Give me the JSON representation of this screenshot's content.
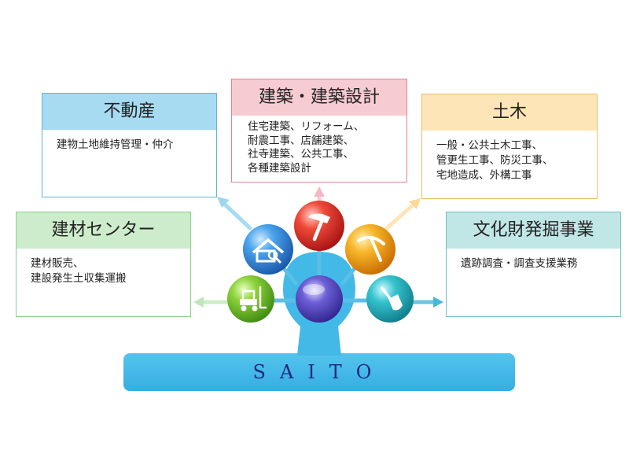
{
  "boxes": {
    "fudosan": {
      "title": "不動産",
      "body": "建物土地維持管理・仲介"
    },
    "kenchiku": {
      "title": "建築・建築設計",
      "body": "住宅建築、リフォーム、\n耐震工事、店舗建築、\n社寺建築、公共工事、\n各種建築設計"
    },
    "doboku": {
      "title": "土木",
      "body": "一般・公共土木工事、\n管更生工事、防災工事、\n宅地造成、外構工事"
    },
    "kenzai": {
      "title": "建材センター",
      "body": "建材販売、\n建設発生土収集運搬"
    },
    "bunka": {
      "title": "文化財発掘事業",
      "body": "遺跡調査・調査支援業務"
    }
  },
  "brand": {
    "name": "SAITO"
  },
  "icons": [
    "house-search-icon",
    "hammer-icon",
    "pickaxe-icon",
    "forklift-icon",
    "shovel-icon"
  ],
  "colors": {
    "base": "#43b9e8",
    "house": "#2e86d4",
    "hammer": "#e0302a",
    "pickaxe": "#f2a21a",
    "forklift": "#7cc431",
    "shovel": "#2bb3c0",
    "center": "#5a4cc4"
  }
}
